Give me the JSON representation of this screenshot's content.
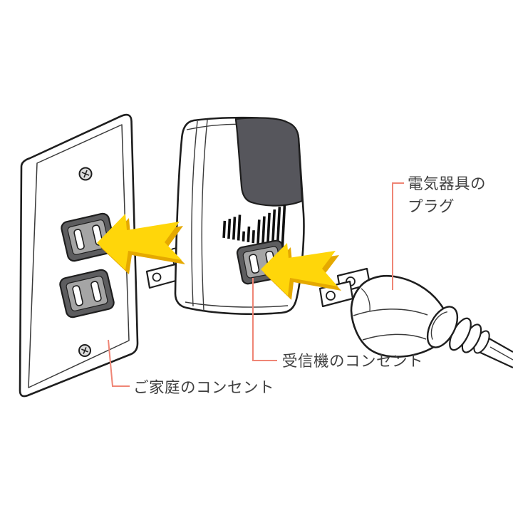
{
  "figure": {
    "labels": {
      "appliance_plug_line1": "電気器具の",
      "appliance_plug_line2": "プラグ",
      "receiver_outlet": "受信機のコンセント",
      "home_outlet": "ご家庭のコンセント"
    },
    "colors": {
      "background": "#ffffff",
      "outline": "#1e1e1e",
      "leader_line": "#ef8575",
      "label_text": "#3f3f3f",
      "arrow_yellow": "#ffd60a",
      "arrow_shadow": "#e5a900",
      "panel_dark": "#56565c",
      "socket_dark": "#5d5d5f",
      "socket_inner_gray": "#a5a5a5"
    },
    "icons": {
      "insert_arrows": "block-arrow-left",
      "insert_arrows_count": 2
    },
    "illustration_parts": {
      "wall_plate": "household wall outlet plate, two sockets, two screws",
      "receiver": "plug-in receiver unit with vent grille and front socket",
      "plug": "two-prong appliance plug with cord"
    }
  }
}
